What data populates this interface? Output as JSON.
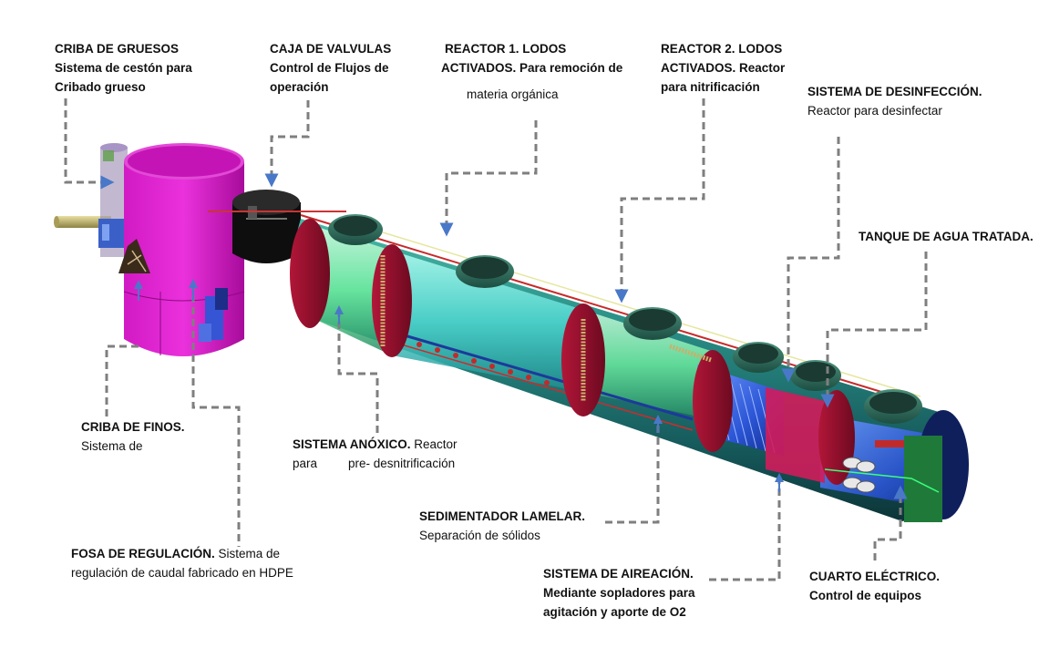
{
  "colors": {
    "leader": "#7f7f7f",
    "arrow": "#4a78c8",
    "magenta": "#c010b0",
    "teal": "#2e8f88",
    "darkred": "#8b0d28",
    "cyan": "#5fe0dc",
    "blue": "#2a60d8"
  },
  "labels": {
    "criba_gruesos": {
      "title": "CRIBA DE GRUESOS",
      "line2": "Sistema de cestón para",
      "line3": "Cribado grueso"
    },
    "caja_valvulas": {
      "title": "CAJA DE VALVULAS",
      "line2": "Control de Flujos de",
      "line3": "operación"
    },
    "reactor1": {
      "title": "REACTOR 1. LODOS",
      "line2": "ACTIVADOS. Para remoción de",
      "line3": "materia orgánica"
    },
    "reactor2": {
      "title": "REACTOR 2. LODOS",
      "line2": "ACTIVADOS. Reactor",
      "line3": "para nitrificación"
    },
    "desinfeccion": {
      "title": "SISTEMA DE DESINFECCIÓN.",
      "line2": "Reactor para desinfectar"
    },
    "tanque_tratada": {
      "title": "TANQUE DE AGUA TRATADA."
    },
    "criba_finos": {
      "title": "CRIBA DE FINOS.",
      "line2": "Sistema de"
    },
    "anoxico": {
      "title": "SISTEMA ANÓXICO.",
      "desc": "Reactor",
      "line2a": "para",
      "line2b": "pre- desnitrificación"
    },
    "sedimentador": {
      "title": "SEDIMENTADOR LAMELAR.",
      "line2": "Separación de sólidos"
    },
    "fosa": {
      "title": "FOSA DE REGULACIÓN.",
      "desc": "Sistema de",
      "line2": "regulación de caudal fabricado en HDPE"
    },
    "aireacion": {
      "title": "SISTEMA DE AIREACIÓN.",
      "line2": "Mediante sopladores para",
      "line3": "agitación y aporte de O2"
    },
    "cuarto_electrico": {
      "title": "CUARTO ELÉCTRICO.",
      "line2": "Control de equipos"
    }
  }
}
